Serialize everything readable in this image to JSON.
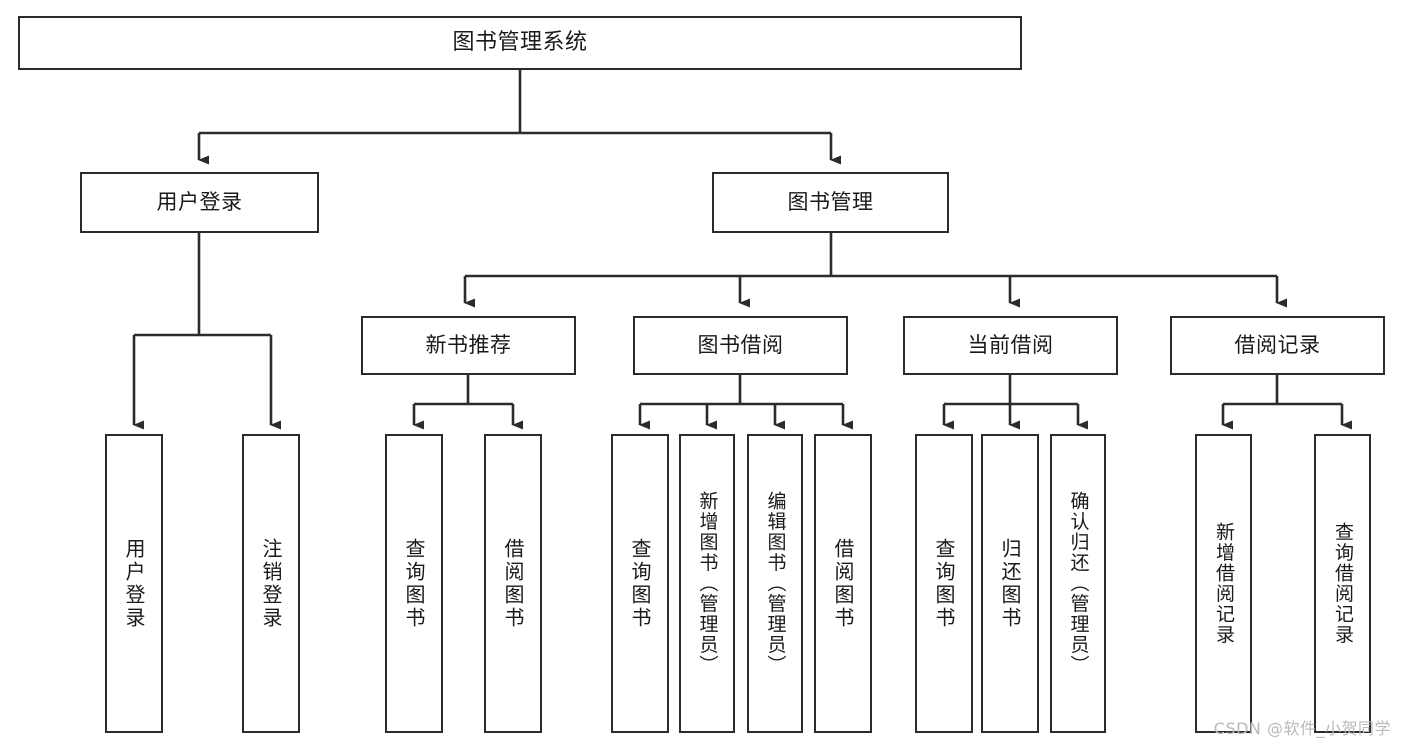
{
  "diagram": {
    "title": "图书管理系统",
    "type": "tree",
    "background_color": "#ffffff",
    "line_color": "#2b2b2b",
    "text_color": "#1a1a1a",
    "watermark": "CSDN @软件_小贺同学",
    "nodes": {
      "root": {
        "label": "图书管理系统"
      },
      "level1": [
        {
          "label": "用户登录"
        },
        {
          "label": "图书管理"
        }
      ],
      "level2": [
        {
          "label": "新书推荐"
        },
        {
          "label": "图书借阅"
        },
        {
          "label": "当前借阅"
        },
        {
          "label": "借阅记录"
        }
      ],
      "leaves": {
        "user_login": [
          {
            "label": "用户登录"
          },
          {
            "label": "注销登录"
          }
        ],
        "new_book_recommend": [
          {
            "label": "查询图书"
          },
          {
            "label": "借阅图书"
          }
        ],
        "book_borrow": [
          {
            "label": "查询图书"
          },
          {
            "label": "新增图书（管理员）"
          },
          {
            "label": "编辑图书（管理员）"
          },
          {
            "label": "借阅图书"
          }
        ],
        "current_borrow": [
          {
            "label": "查询图书"
          },
          {
            "label": "归还图书"
          },
          {
            "label": "确认归还（管理员）"
          }
        ],
        "borrow_record": [
          {
            "label": "新增借阅记录"
          },
          {
            "label": "查询借阅记录"
          }
        ]
      }
    }
  }
}
